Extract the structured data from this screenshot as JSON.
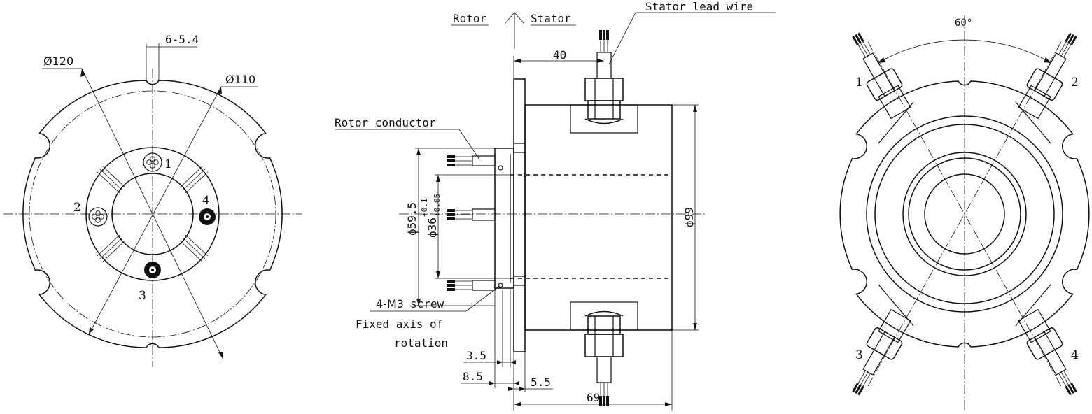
{
  "front_view": {
    "dia_outer": "Ø120",
    "dia_pitch": "Ø110",
    "slot": "6-5.4",
    "ports": [
      "1",
      "2",
      "3",
      "4"
    ]
  },
  "side_view": {
    "rotor": "Rotor",
    "stator": "Stator",
    "stator_lead_wire": "Stator lead wire",
    "rotor_conductor": "Rotor conductor",
    "screw_count": "4-M3",
    "screw_word": "screw",
    "fixed_axis_line1": "Fixed axis of",
    "fixed_axis_line2": "rotation",
    "dim_40": "40",
    "dim_3_5": "3.5",
    "dim_8_5": "8.5",
    "dim_5_5": "5.5",
    "dim_69": "69",
    "dim_59_5": "ϕ59.5",
    "dim_36": "ϕ36",
    "tol_upper": "+0.1",
    "tol_lower": "+0.05",
    "dim_99": "ϕ99"
  },
  "rear_view": {
    "angle": "60°",
    "ports": [
      "1",
      "2",
      "3",
      "4"
    ]
  }
}
